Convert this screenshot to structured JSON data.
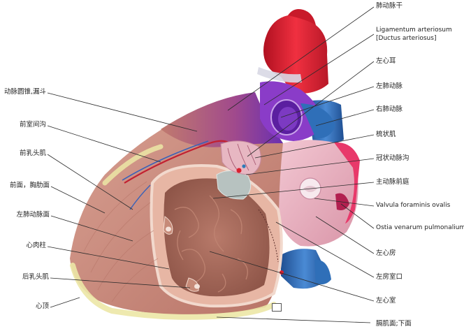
{
  "labels": {
    "l1": "动脉圆锥,漏斗",
    "l2": "前室间沟",
    "l3": "前乳头肌",
    "l4": "前面，胸肋面",
    "l5": "左肺动脉面",
    "l6": "心肉柱",
    "l7": "后乳头肌",
    "l8": "心顶",
    "r1": "肺动脉干",
    "r2a": "Ligamentum arteriosum",
    "r2b": "[Ductus arteriosus]",
    "r3": "左心耳",
    "r4": "左肺动脉",
    "r5": "右肺动脉",
    "r6": "梳状肌",
    "r7": "冠状动脉沟",
    "r8": "主动脉前庭",
    "r9": "Valvula foraminis ovalis",
    "r10": "Ostia venarum pulmonalium",
    "r11": "左心房",
    "r12": "左房室口",
    "r13": "左心室",
    "b1": "膈肌面;下面"
  },
  "colors": {
    "ventricle": "#c98d80",
    "aorta": "#e02030",
    "pulmonary_trunk": "#8a3cc8",
    "pulmonary_vein": "#2f6fb8",
    "fat": "#ece7a6",
    "atrium": "#e9b7c4"
  }
}
